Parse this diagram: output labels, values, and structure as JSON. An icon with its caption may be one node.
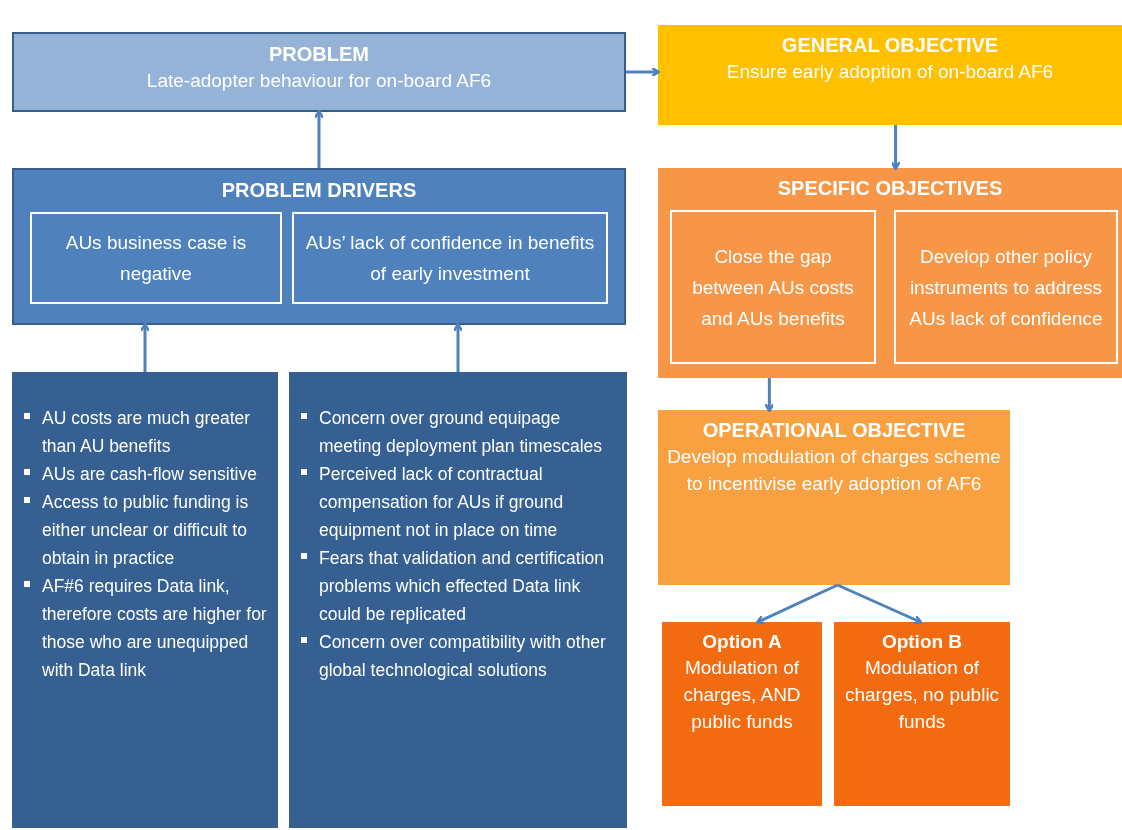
{
  "diagram": {
    "nodes": [
      {
        "text": [
          "PROBLEM",
          "Late-adopter behaviour for on-board AF6"
        ]
      },
      {
        "text": [
          "GENERAL OBJECTIVE",
          "Ensure early adoption of on-board AF6"
        ]
      },
      {
        "text": [
          "PROBLEM DRIVERS"
        ]
      },
      {
        "text": [
          "AUs business case is negative"
        ],
        "in": 2
      },
      {
        "text": [
          "AUs’ lack of confidence in benefits of early investment"
        ],
        "in": 2
      },
      {
        "text": [
          "SPECIFIC OBJECTIVES"
        ]
      },
      {
        "text": [
          "Close the gap between AUs costs and AUs benefits"
        ],
        "in": 5
      },
      {
        "text": [
          "Develop other policy instruments to address AUs lack of confidence"
        ],
        "in": 5
      },
      {
        "text": [
          "AU costs are much greater than AU benefits",
          "AUs are cash-flow sensitive",
          "Access to public funding is either unclear or difficult to obtain in practice",
          "AF#6 requires Data link, therefore costs are higher for those who are unequipped with Data link"
        ]
      },
      {
        "text": [
          "Concern over ground equipage meeting deployment plan timescales",
          "Perceived lack of contractual compensation for AUs if ground equipment not in place on time",
          "Fears that validation and certification problems which effected Data link could be replicated",
          "Concern over compatibility with other global technological solutions"
        ]
      },
      {
        "text": [
          "OPERATIONAL OBJECTIVE",
          "Develop modulation of charges scheme to incentivise early adoption of AF6"
        ]
      },
      {
        "text": [
          "Option A",
          "Modulation of charges, AND public funds"
        ]
      },
      {
        "text": [
          "Option B",
          "Modulation of charges, no public funds"
        ]
      }
    ],
    "edges": [
      {
        "from": 0,
        "to": 1,
        "arrow": "to"
      },
      {
        "from": 2,
        "to": 0,
        "arrow": "to"
      },
      {
        "from": 8,
        "to": 2,
        "arrow": "to"
      },
      {
        "from": 9,
        "to": 2,
        "arrow": "to"
      },
      {
        "from": 1,
        "to": 5,
        "arrow": "to"
      },
      {
        "from": 5,
        "to": 10,
        "arrow": "to"
      },
      {
        "from": 10,
        "to": 11,
        "arrow": "to"
      },
      {
        "from": 10,
        "to": 12,
        "arrow": "to"
      }
    ]
  }
}
